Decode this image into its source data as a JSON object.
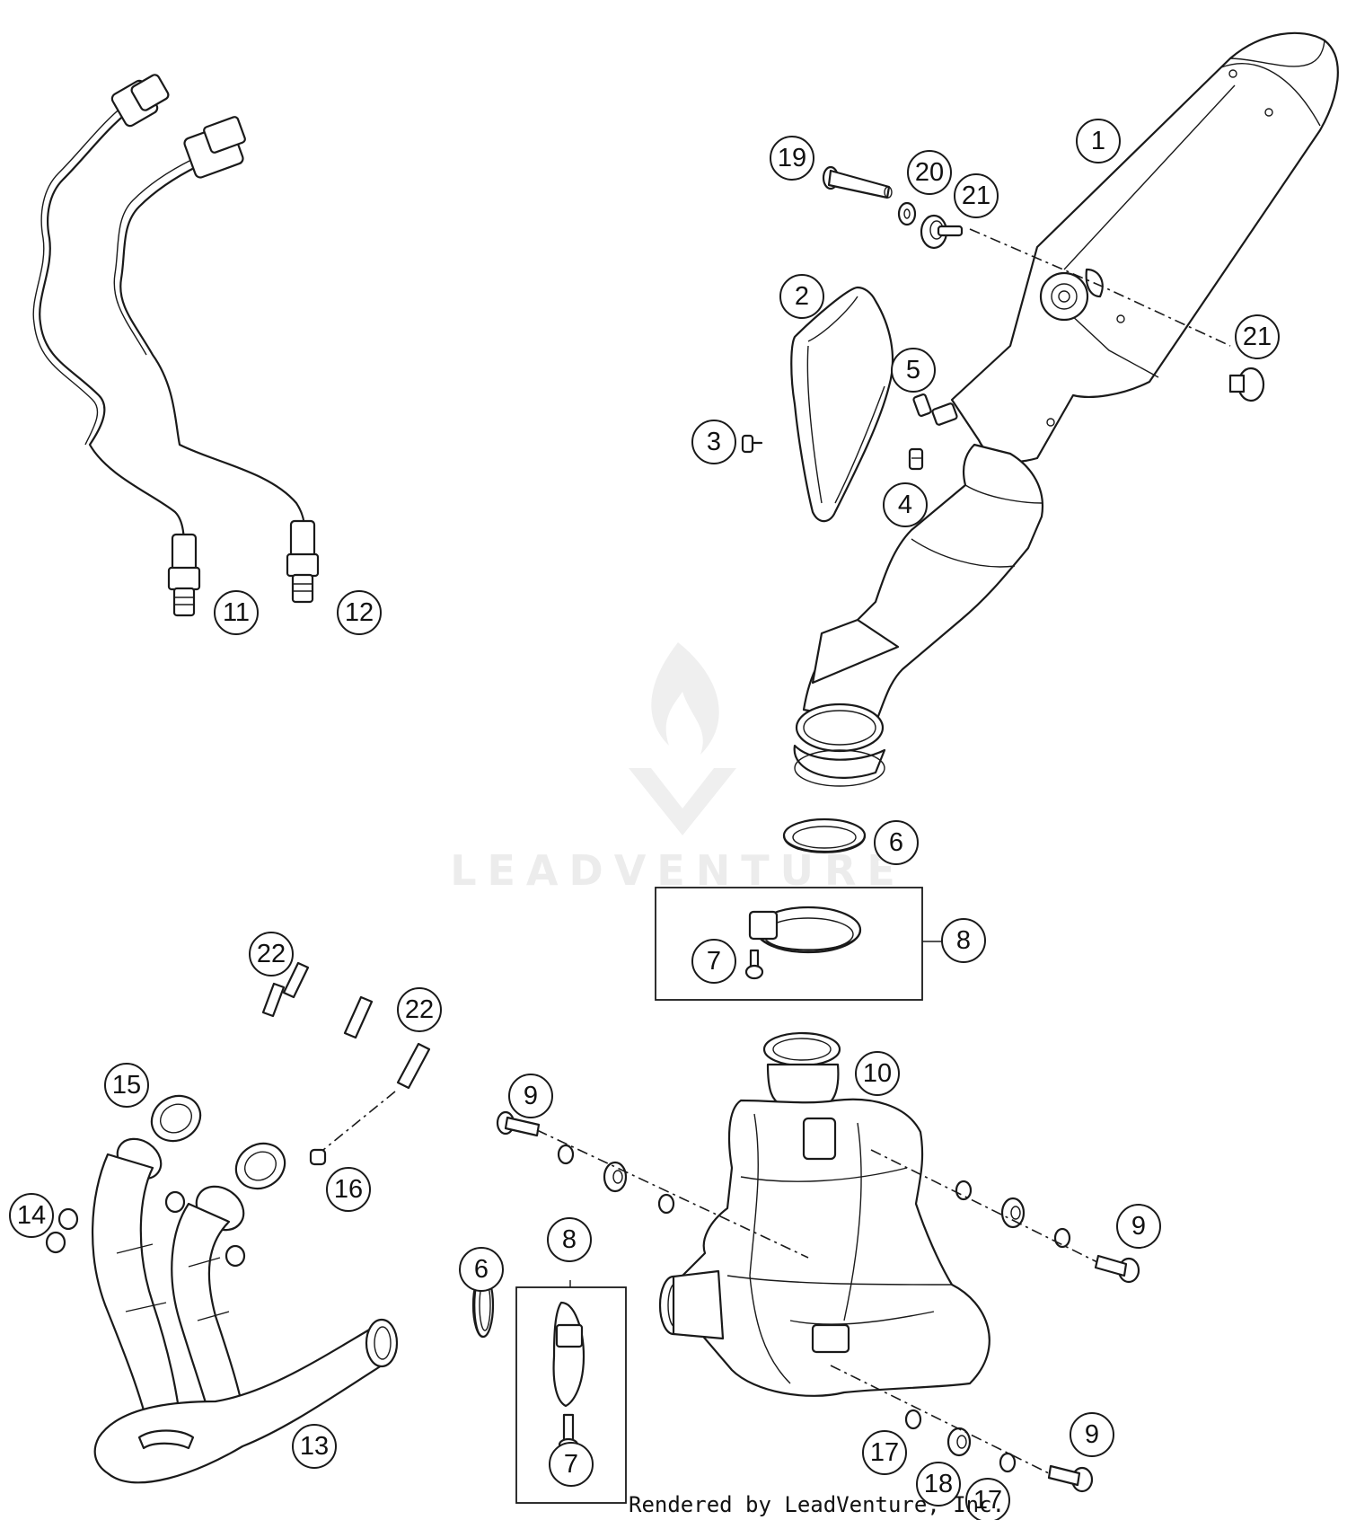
{
  "watermark": {
    "text": "LEADVENTURE"
  },
  "credit": "Rendered by LeadVenture, Inc.",
  "callouts": [
    {
      "id": "c1",
      "label": "1"
    },
    {
      "id": "c2",
      "label": "2"
    },
    {
      "id": "c3",
      "label": "3"
    },
    {
      "id": "c4",
      "label": "4"
    },
    {
      "id": "c5",
      "label": "5"
    },
    {
      "id": "c6a",
      "label": "6"
    },
    {
      "id": "c6b",
      "label": "6"
    },
    {
      "id": "c7a",
      "label": "7"
    },
    {
      "id": "c7b",
      "label": "7"
    },
    {
      "id": "c8a",
      "label": "8"
    },
    {
      "id": "c8b",
      "label": "8"
    },
    {
      "id": "c9a",
      "label": "9"
    },
    {
      "id": "c9b",
      "label": "9"
    },
    {
      "id": "c9c",
      "label": "9"
    },
    {
      "id": "c10",
      "label": "10"
    },
    {
      "id": "c11",
      "label": "11"
    },
    {
      "id": "c12",
      "label": "12"
    },
    {
      "id": "c13",
      "label": "13"
    },
    {
      "id": "c14",
      "label": "14"
    },
    {
      "id": "c15",
      "label": "15"
    },
    {
      "id": "c16",
      "label": "16"
    },
    {
      "id": "c17a",
      "label": "17"
    },
    {
      "id": "c17b",
      "label": "17"
    },
    {
      "id": "c18",
      "label": "18"
    },
    {
      "id": "c19",
      "label": "19"
    },
    {
      "id": "c20",
      "label": "20"
    },
    {
      "id": "c21a",
      "label": "21"
    },
    {
      "id": "c21b",
      "label": "21"
    },
    {
      "id": "c22a",
      "label": "22"
    },
    {
      "id": "c22b",
      "label": "22"
    }
  ]
}
